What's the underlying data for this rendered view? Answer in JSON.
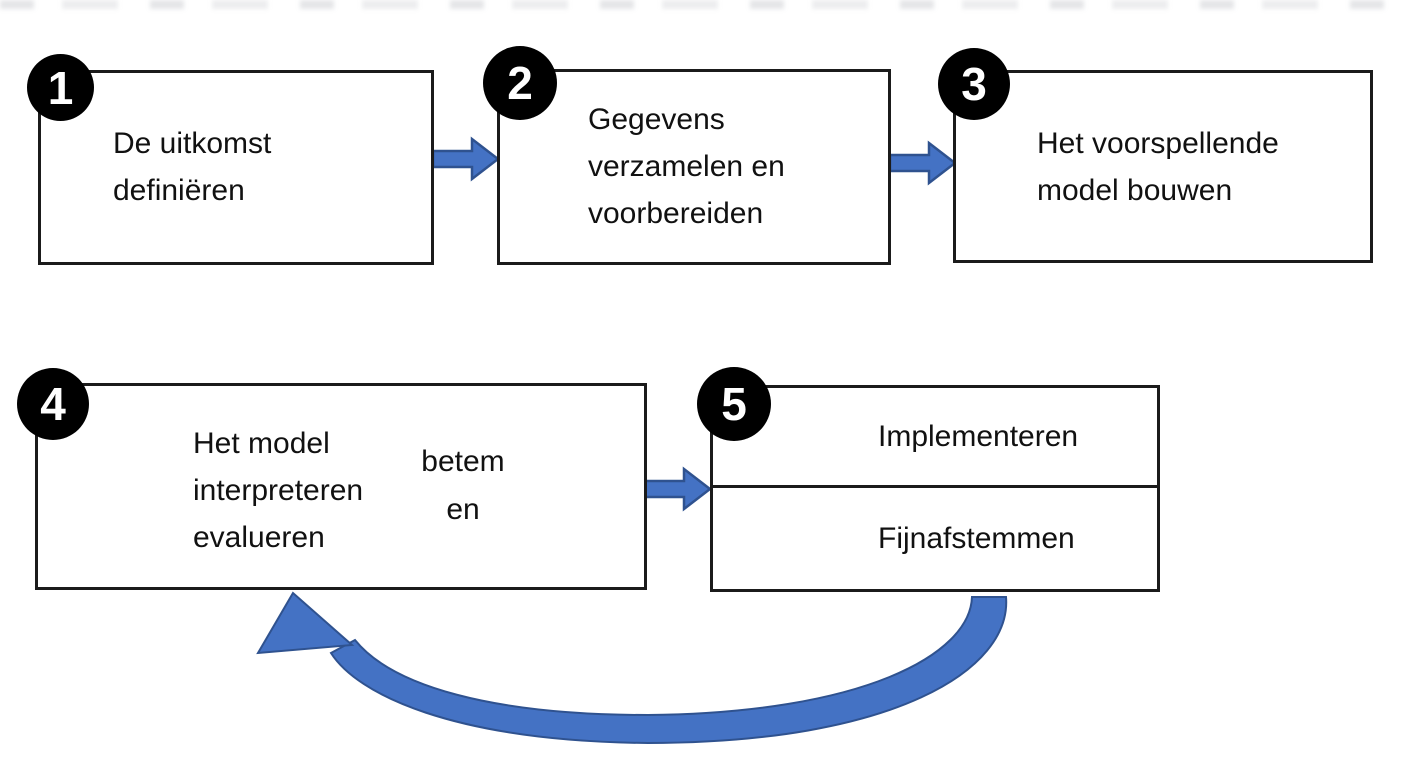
{
  "diagram": {
    "title_hint": "predictive-modeling-process-flow",
    "colors": {
      "arrow_fill": "#4472c4",
      "arrow_stroke": "#2f528f",
      "box_border": "#1b1b1b",
      "badge_bg": "#000000",
      "badge_text": "#ffffff",
      "text": "#111111",
      "background": "#ffffff"
    },
    "steps": [
      {
        "number": "1",
        "lines": [
          "De uitkomst",
          "definiëren"
        ]
      },
      {
        "number": "2",
        "lines": [
          "Gegevens",
          "verzamelen en",
          "voorbereiden"
        ]
      },
      {
        "number": "3",
        "lines": [
          "Het voorspellende",
          "model bouwen"
        ]
      },
      {
        "number": "4",
        "lines": [
          "Het model",
          "interpreteren",
          "evalueren"
        ],
        "side_lines": [
          "betem",
          "en"
        ]
      },
      {
        "number": "5",
        "rows": [
          "Implementeren",
          "Fijnafstemmen"
        ]
      }
    ],
    "arrows": [
      {
        "name": "arrow-step1-to-step2",
        "type": "block-right"
      },
      {
        "name": "arrow-step2-to-step3",
        "type": "block-right"
      },
      {
        "name": "arrow-step4-to-step5",
        "type": "block-right"
      },
      {
        "name": "arrow-step5-back-to-step4",
        "type": "curved-feedback"
      }
    ]
  }
}
